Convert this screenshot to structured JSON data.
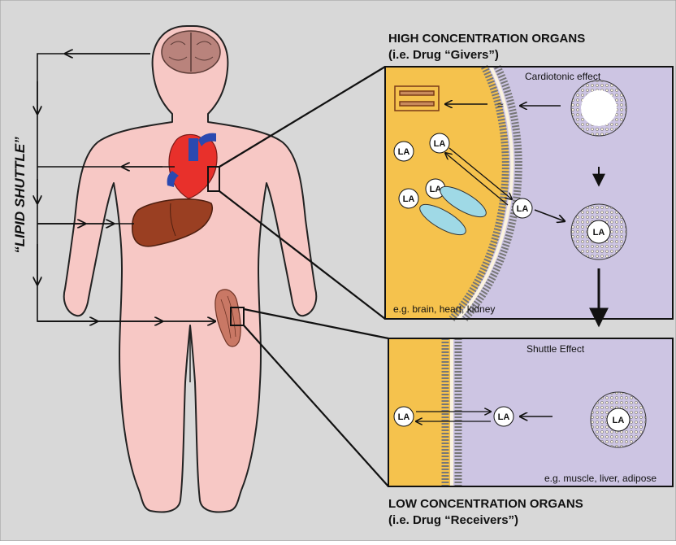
{
  "shuttle_label": "“LIPID SHUTTLE”",
  "high": {
    "title": "HIGH CONCENTRATION ORGANS",
    "subtitle": "(i.e. Drug “Givers”)",
    "panel_effect": "Cardiotonic effect",
    "examples": "e.g. brain, heart, kidney"
  },
  "low": {
    "title": "LOW CONCENTRATION ORGANS",
    "subtitle": "(i.e. Drug “Receivers”)",
    "panel_effect": "Shuttle Effect",
    "examples": "e.g. muscle, liver, adipose"
  },
  "drug_abbrev": "LA",
  "colors": {
    "background": "#d8d8d8",
    "skin": "#f7c8c5",
    "cell_interior": "#f5c24d",
    "extracellular": "#cdc5e3",
    "channel": "#9fd9e6",
    "heart_red": "#e8302b",
    "heart_blue": "#2a49b0",
    "liver": "#9a3f22",
    "brain": "#b9837c",
    "muscle": "#c97865"
  }
}
